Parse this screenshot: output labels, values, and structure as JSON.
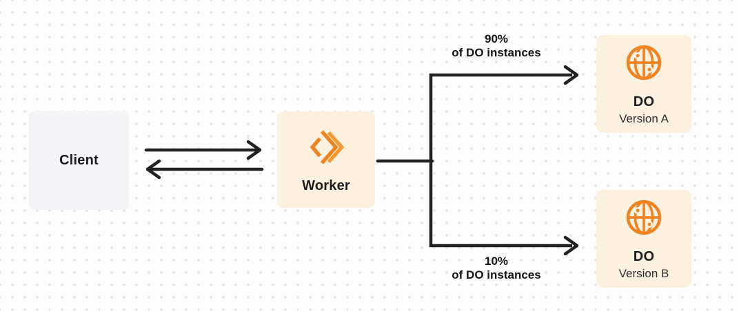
{
  "diagram": {
    "nodes": {
      "client": {
        "label": "Client"
      },
      "worker": {
        "label": "Worker",
        "icon": "cloudflare-workers-logo-icon"
      },
      "do_version_a": {
        "title": "DO",
        "subtitle": "Version A",
        "icon": "durable-object-globe-icon"
      },
      "do_version_b": {
        "title": "DO",
        "subtitle": "Version B",
        "icon": "durable-object-globe-icon"
      }
    },
    "edges": {
      "client_worker": {
        "type": "bidirectional-arrows"
      },
      "branch_top": {
        "percent": "90%",
        "caption": "of DO instances"
      },
      "branch_bottom": {
        "percent": "10%",
        "caption": "of DO instances"
      }
    },
    "colors": {
      "orange": "#F0831F",
      "orange_box_bg": "#FCF0DF",
      "client_box_bg": "#F4F4F6",
      "arrow": "#222222",
      "text_dark": "#1C1C1E",
      "text_secondary": "#2F2F31",
      "background": "#FDFDFD",
      "dot_grid": "#E5E5E8"
    }
  }
}
